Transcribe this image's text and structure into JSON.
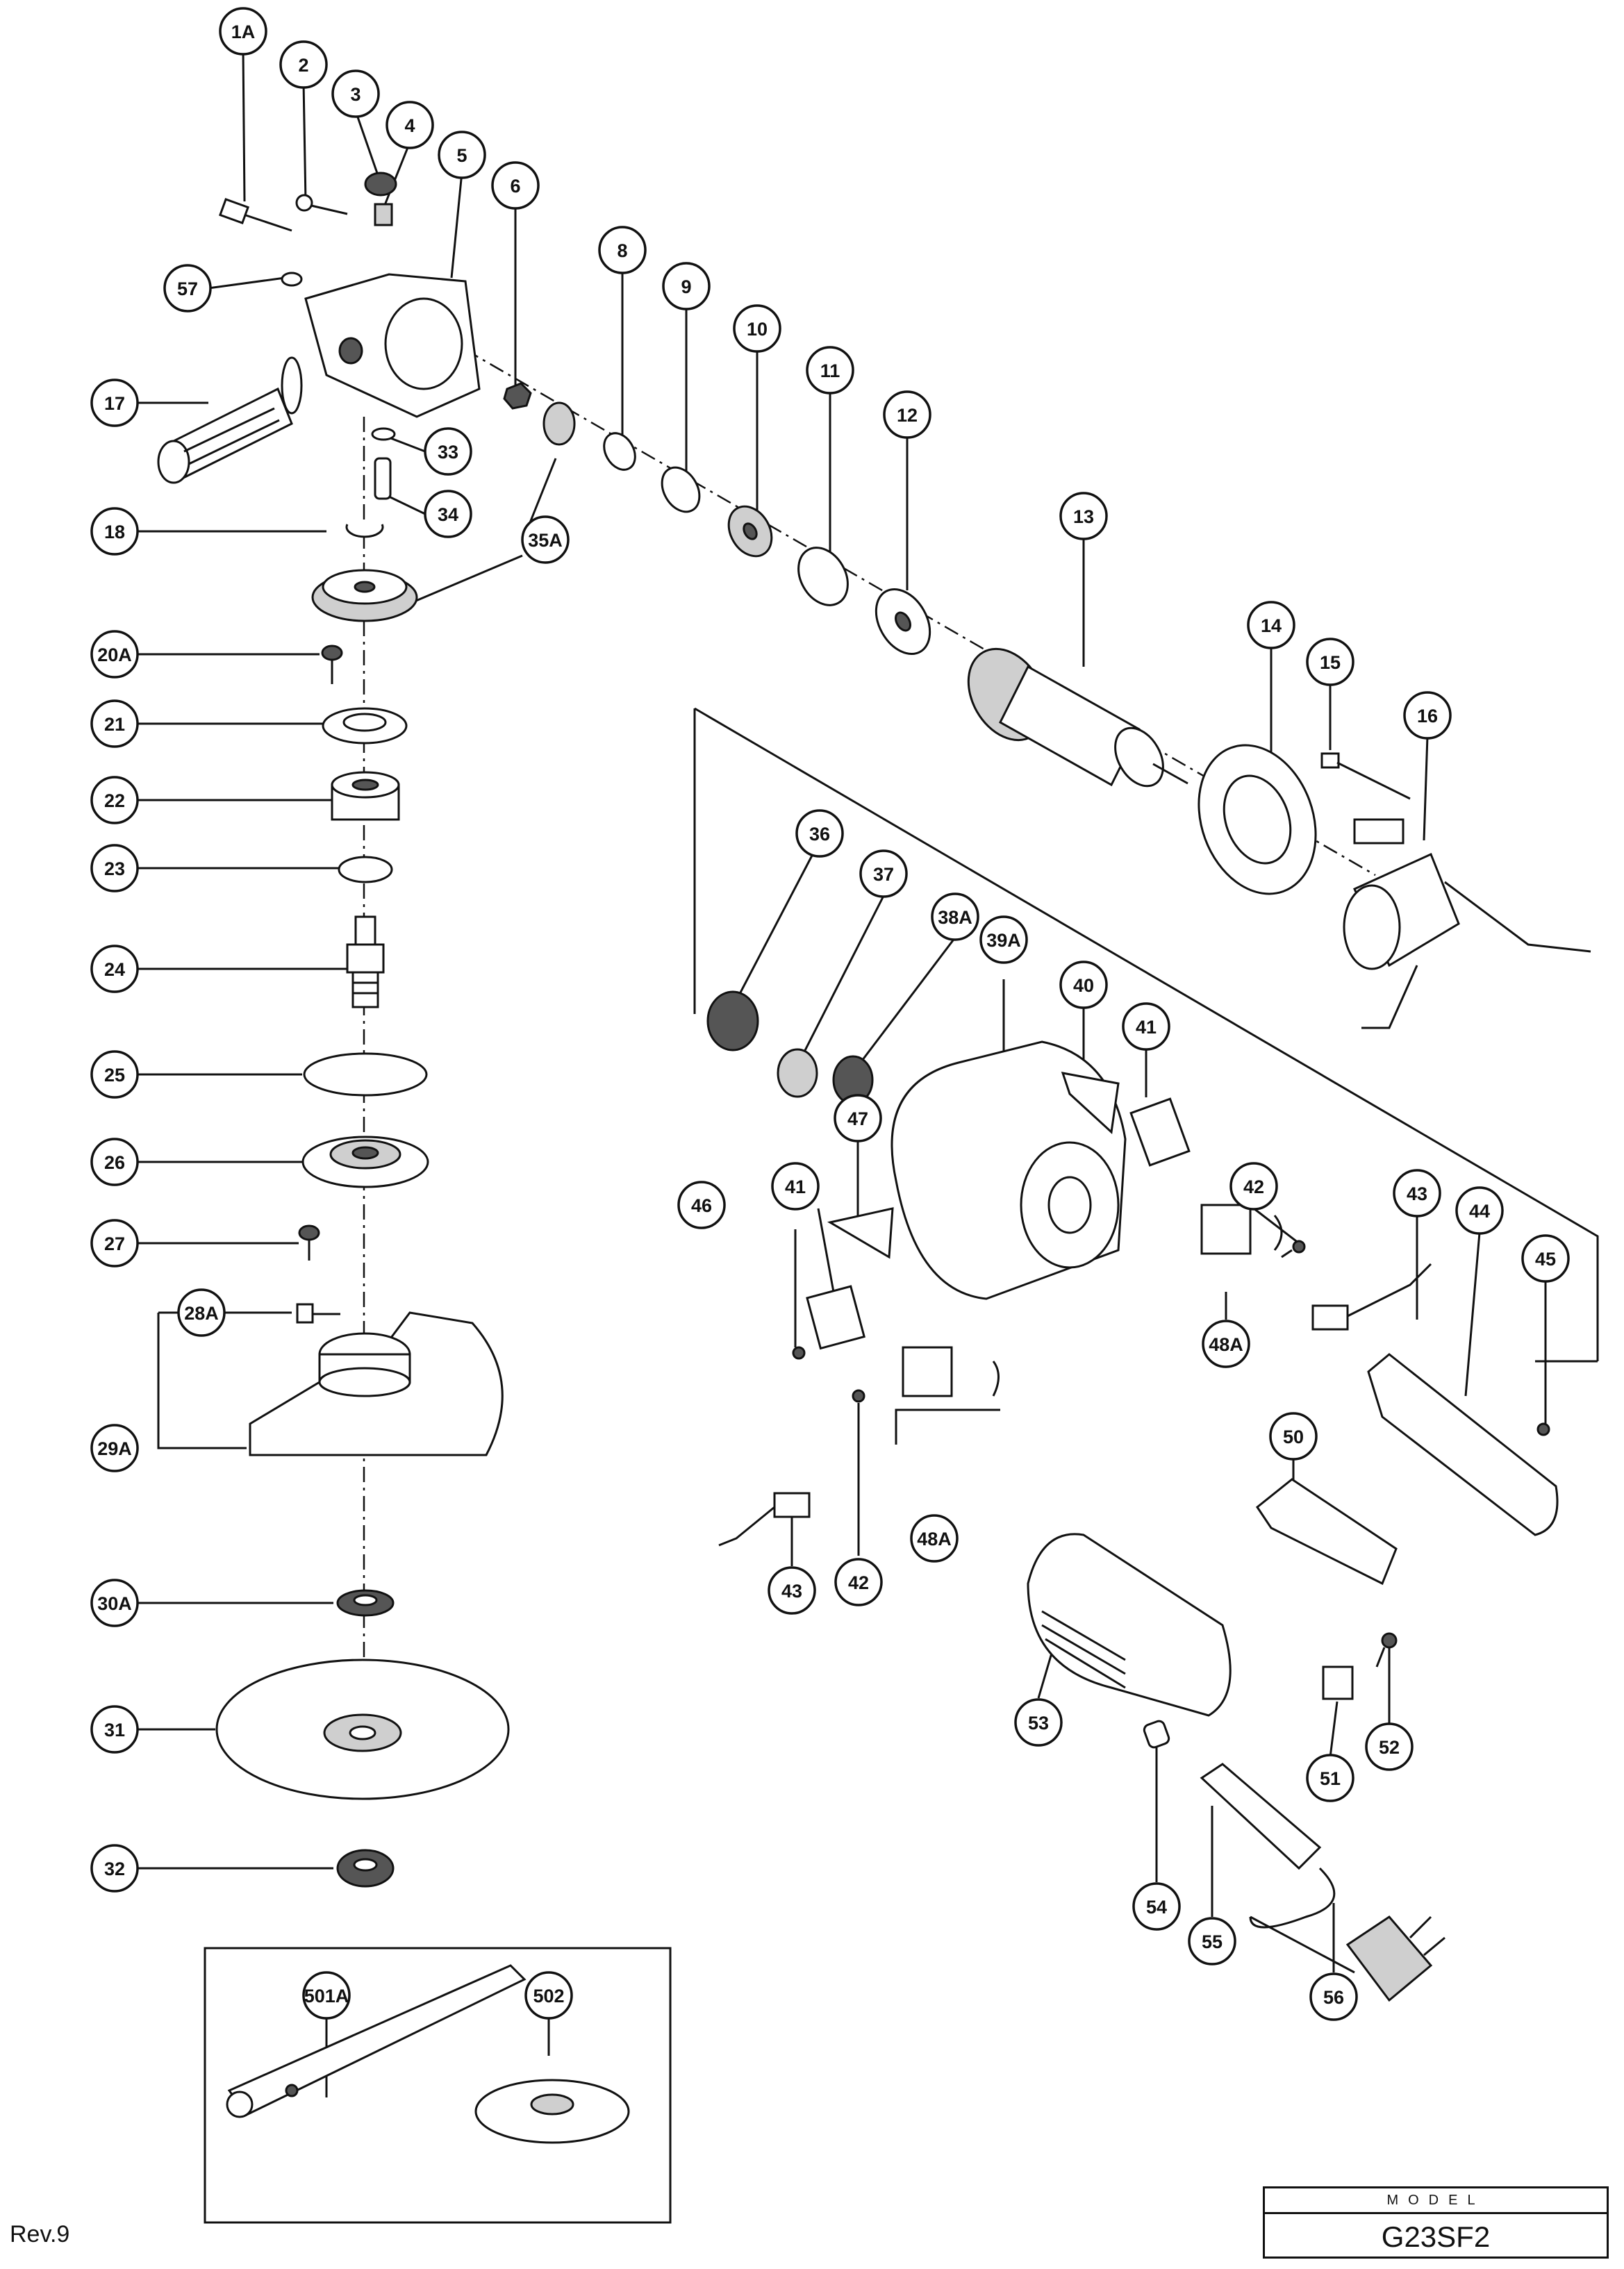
{
  "revision": "Rev.9",
  "model": {
    "header": "MODEL",
    "name": "G23SF2"
  },
  "part_labels": [
    {
      "id": "1A",
      "label": "1A"
    },
    {
      "id": "2",
      "label": "2"
    },
    {
      "id": "3",
      "label": "3"
    },
    {
      "id": "4",
      "label": "4"
    },
    {
      "id": "5",
      "label": "5"
    },
    {
      "id": "6",
      "label": "6"
    },
    {
      "id": "8",
      "label": "8"
    },
    {
      "id": "9",
      "label": "9"
    },
    {
      "id": "10",
      "label": "10"
    },
    {
      "id": "11",
      "label": "11"
    },
    {
      "id": "12",
      "label": "12"
    },
    {
      "id": "13",
      "label": "13"
    },
    {
      "id": "14",
      "label": "14"
    },
    {
      "id": "15",
      "label": "15"
    },
    {
      "id": "16",
      "label": "16"
    },
    {
      "id": "17",
      "label": "17"
    },
    {
      "id": "18",
      "label": "18"
    },
    {
      "id": "20A",
      "label": "20A"
    },
    {
      "id": "21",
      "label": "21"
    },
    {
      "id": "22",
      "label": "22"
    },
    {
      "id": "23",
      "label": "23"
    },
    {
      "id": "24",
      "label": "24"
    },
    {
      "id": "25",
      "label": "25"
    },
    {
      "id": "26",
      "label": "26"
    },
    {
      "id": "27",
      "label": "27"
    },
    {
      "id": "28A",
      "label": "28A"
    },
    {
      "id": "29A",
      "label": "29A"
    },
    {
      "id": "30A",
      "label": "30A"
    },
    {
      "id": "31",
      "label": "31"
    },
    {
      "id": "32",
      "label": "32"
    },
    {
      "id": "33",
      "label": "33"
    },
    {
      "id": "34",
      "label": "34"
    },
    {
      "id": "35A",
      "label": "35A"
    },
    {
      "id": "36",
      "label": "36"
    },
    {
      "id": "37",
      "label": "37"
    },
    {
      "id": "38A",
      "label": "38A"
    },
    {
      "id": "39A",
      "label": "39A"
    },
    {
      "id": "40",
      "label": "40"
    },
    {
      "id": "41a",
      "label": "41"
    },
    {
      "id": "41b",
      "label": "41"
    },
    {
      "id": "42a",
      "label": "42"
    },
    {
      "id": "42b",
      "label": "42"
    },
    {
      "id": "43a",
      "label": "43"
    },
    {
      "id": "43b",
      "label": "43"
    },
    {
      "id": "44",
      "label": "44"
    },
    {
      "id": "45",
      "label": "45"
    },
    {
      "id": "46",
      "label": "46"
    },
    {
      "id": "47",
      "label": "47"
    },
    {
      "id": "48Aa",
      "label": "48A"
    },
    {
      "id": "48Ab",
      "label": "48A"
    },
    {
      "id": "50",
      "label": "50"
    },
    {
      "id": "51",
      "label": "51"
    },
    {
      "id": "52",
      "label": "52"
    },
    {
      "id": "53",
      "label": "53"
    },
    {
      "id": "54",
      "label": "54"
    },
    {
      "id": "55",
      "label": "55"
    },
    {
      "id": "56",
      "label": "56"
    },
    {
      "id": "57",
      "label": "57"
    },
    {
      "id": "501A",
      "label": "501A"
    },
    {
      "id": "502",
      "label": "502"
    }
  ]
}
